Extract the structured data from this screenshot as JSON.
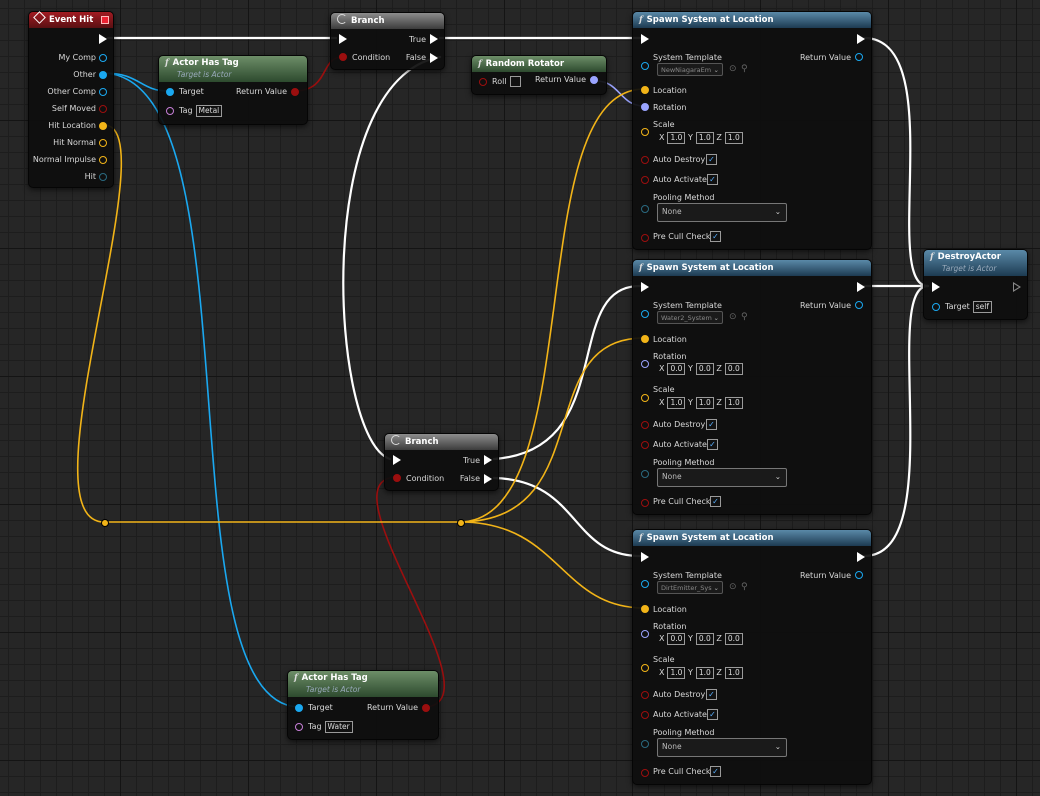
{
  "event_hit": {
    "title": "Event Hit",
    "pins": [
      "My Comp",
      "Other",
      "Other Comp",
      "Self Moved",
      "Hit Location",
      "Hit Normal",
      "Normal Impulse",
      "Hit"
    ]
  },
  "actor_has_tag_1": {
    "title": "Actor Has Tag",
    "subtitle": "Target is Actor",
    "target": "Target",
    "tag": "Tag",
    "tag_value": "Metal",
    "return": "Return Value"
  },
  "actor_has_tag_2": {
    "title": "Actor Has Tag",
    "subtitle": "Target is Actor",
    "target": "Target",
    "tag": "Tag",
    "tag_value": "Water",
    "return": "Return Value"
  },
  "branch_1": {
    "title": "Branch",
    "condition": "Condition",
    "true_label": "True",
    "false_label": "False"
  },
  "branch_2": {
    "title": "Branch",
    "condition": "Condition",
    "true_label": "True",
    "false_label": "False"
  },
  "random_rotator": {
    "title": "Random Rotator",
    "roll": "Roll",
    "return": "Return Value"
  },
  "spawn_1": {
    "title": "Spawn System at Location",
    "system_template": "System Template",
    "template_value": "NewNiagaraEm",
    "return": "Return Value",
    "location": "Location",
    "rotation": "Rotation",
    "scale": "Scale",
    "scale_x": "1.0",
    "scale_y": "1.0",
    "scale_z": "1.0",
    "auto_destroy": "Auto Destroy",
    "auto_activate": "Auto Activate",
    "pooling_method": "Pooling Method",
    "pooling_value": "None",
    "pre_cull": "Pre Cull Check"
  },
  "spawn_2": {
    "title": "Spawn System at Location",
    "system_template": "System Template",
    "template_value": "Water2_System",
    "return": "Return Value",
    "location": "Location",
    "rotation": "Rotation",
    "rot_x": "0.0",
    "rot_y": "0.0",
    "rot_z": "0.0",
    "scale": "Scale",
    "scale_x": "1.0",
    "scale_y": "1.0",
    "scale_z": "1.0",
    "auto_destroy": "Auto Destroy",
    "auto_activate": "Auto Activate",
    "pooling_method": "Pooling Method",
    "pooling_value": "None",
    "pre_cull": "Pre Cull Check"
  },
  "spawn_3": {
    "title": "Spawn System at Location",
    "system_template": "System Template",
    "template_value": "DirtEmitter_Sys",
    "return": "Return Value",
    "location": "Location",
    "rotation": "Rotation",
    "rot_x": "0.0",
    "rot_y": "0.0",
    "rot_z": "0.0",
    "scale": "Scale",
    "scale_x": "1.0",
    "scale_y": "1.0",
    "scale_z": "1.0",
    "auto_destroy": "Auto Destroy",
    "auto_activate": "Auto Activate",
    "pooling_method": "Pooling Method",
    "pooling_value": "None",
    "pre_cull": "Pre Cull Check"
  },
  "destroy_actor": {
    "title": "DestroyActor",
    "subtitle": "Target is Actor",
    "target": "Target",
    "target_value": "self"
  },
  "axis": {
    "x": "X",
    "y": "Y",
    "z": "Z"
  },
  "check_mark": "✓",
  "colors": {
    "exec": "#ffffff",
    "object": "#1aa8f0",
    "vector": "#f2b418",
    "rotator": "#9aa4ff",
    "boolean": "#9b0f0f",
    "name": "#c77fd8",
    "struct": "#2a6a80",
    "event_header": "#a31b22",
    "pure_header": "#5a7c56",
    "function_header": "#3c6a8a",
    "branch_header": "#6a6a6a"
  },
  "icons": {
    "event": "event-diamond-icon",
    "function": "function-f-icon",
    "branch": "branch-icon",
    "browse": "browse-icon",
    "search": "search-icon",
    "dropdown": "chevron-down-icon"
  }
}
